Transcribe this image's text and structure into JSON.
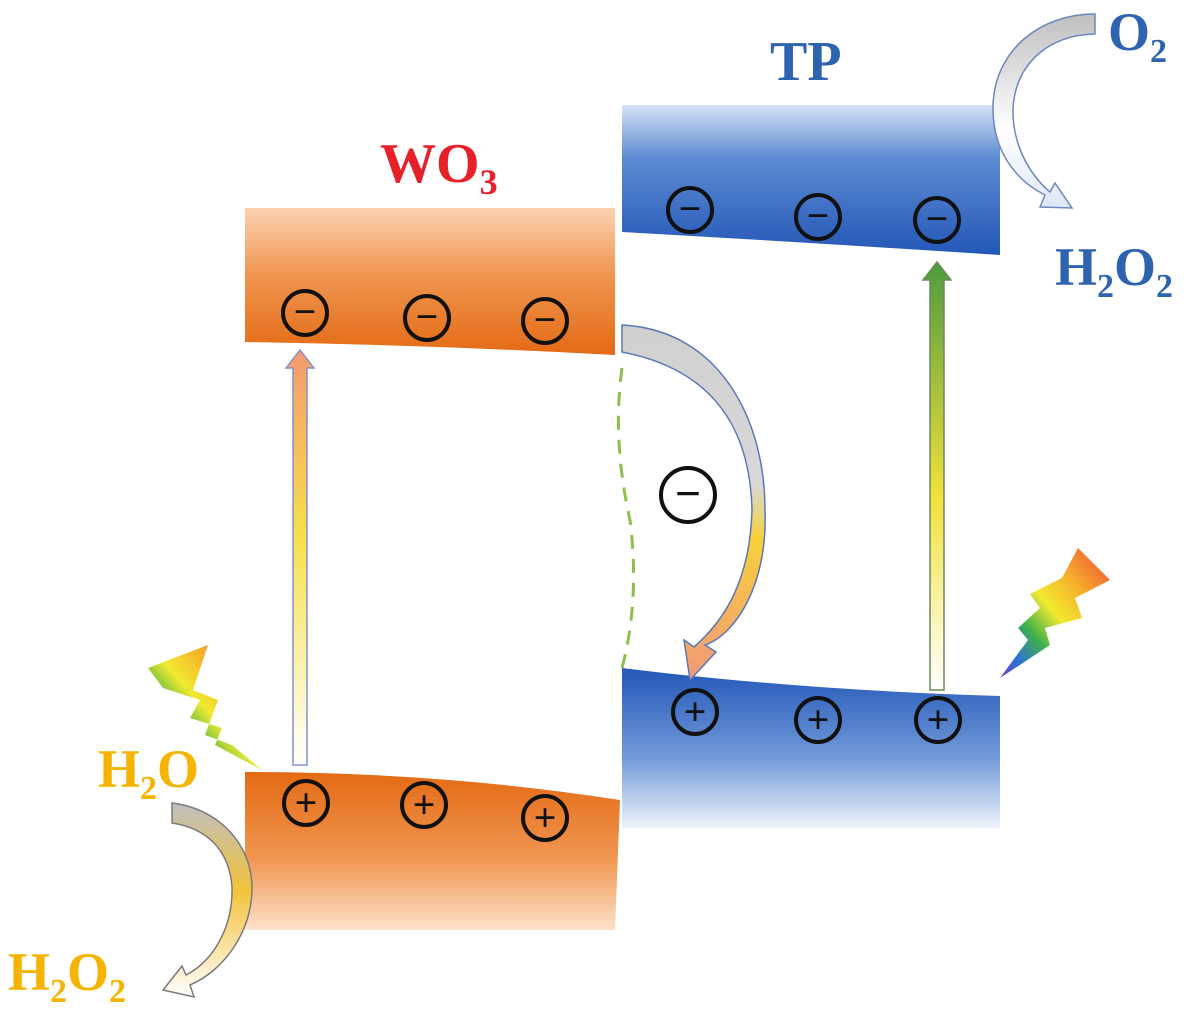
{
  "labels": {
    "wo3": {
      "main": "WO",
      "sub": "3"
    },
    "tp": "TP",
    "o2": {
      "main": "O",
      "sub": "2"
    },
    "h2o2_right": {
      "a": "H",
      "s1": "2",
      "b": "O",
      "s2": "2"
    },
    "h2o": {
      "a": "H",
      "s1": "2",
      "b": "O"
    },
    "h2o2_left": {
      "a": "H",
      "s1": "2",
      "b": "O",
      "s2": "2"
    }
  },
  "symbols": {
    "electron": "−",
    "hole": "+"
  },
  "colors": {
    "wo3_label": "#e8202a",
    "tp_label": "#2e63b0",
    "h2o_label": "#f5b400",
    "orange_band": "#e8741e",
    "blue_band": "#2a63bf",
    "interface_dash": "#8cc04b"
  },
  "icons": [
    "light-bolt-icon",
    "transfer-arrow-icon",
    "excitation-arrow-icon"
  ]
}
